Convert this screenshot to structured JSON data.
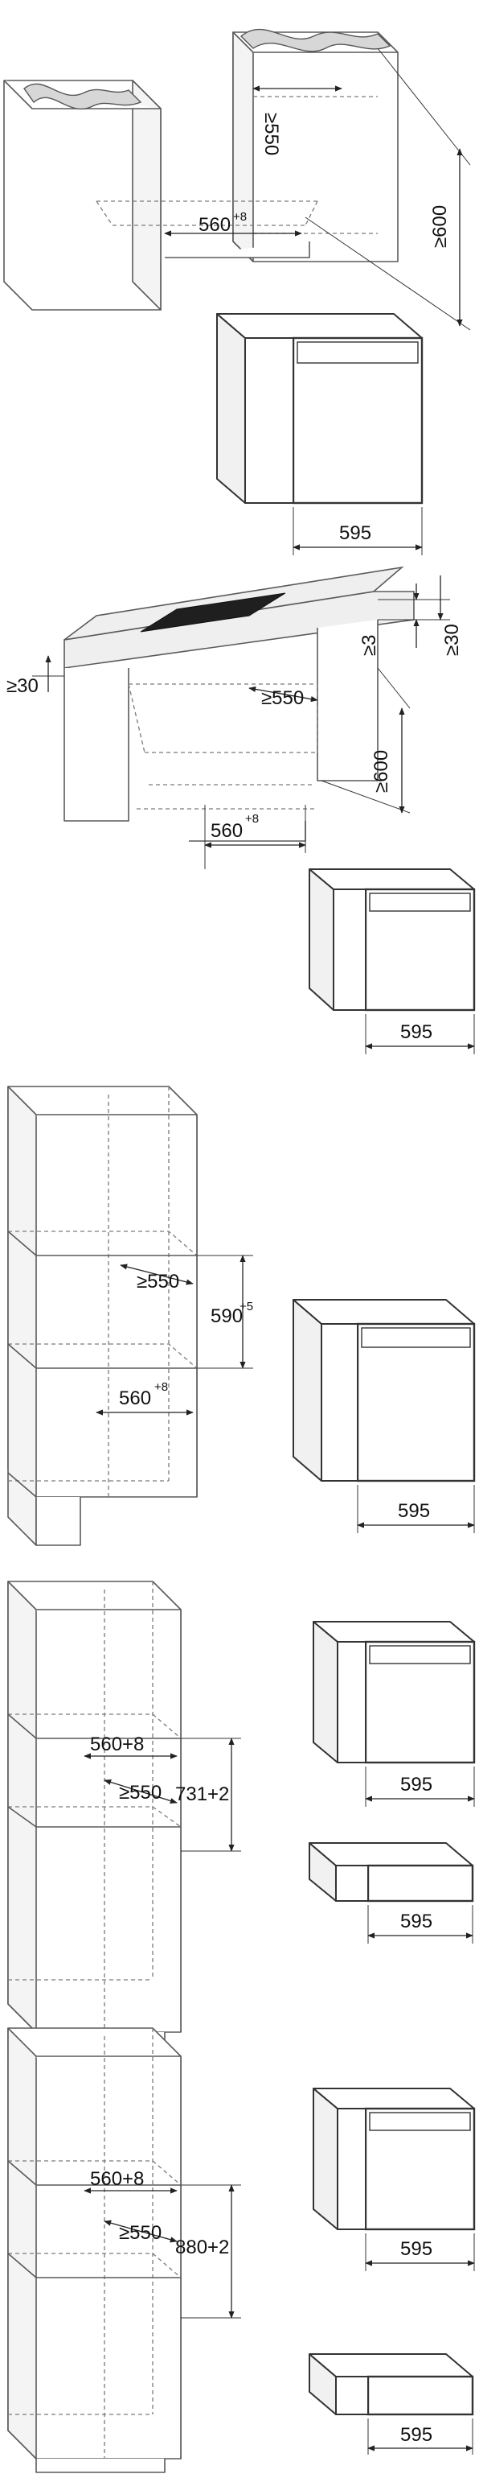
{
  "diagram1": {
    "w550": "≥550",
    "w560": "560",
    "w560_tol": "+8",
    "h600": "≥600",
    "oven_width": "595"
  },
  "diagram2": {
    "worktop_30_left": "≥30",
    "gap3": "≥3",
    "worktop_30_right": "≥30",
    "w550": "≥550",
    "h600": "≥600",
    "w560": "560",
    "w560_tol": "+8",
    "oven_width": "595"
  },
  "diagram3": {
    "h590": "590",
    "h590_tol": "+5",
    "w550": "≥550",
    "w560": "560",
    "w560_tol": "+8",
    "oven_width": "595"
  },
  "diagram4": {
    "w560": "560+8",
    "h731": "731+2",
    "w550": "≥550",
    "oven_width": "595",
    "drawer_width": "595"
  },
  "diagram5": {
    "w560": "560+8",
    "h880": "880+2",
    "w550": "≥550",
    "oven_width": "595",
    "drawer_width": "595"
  }
}
